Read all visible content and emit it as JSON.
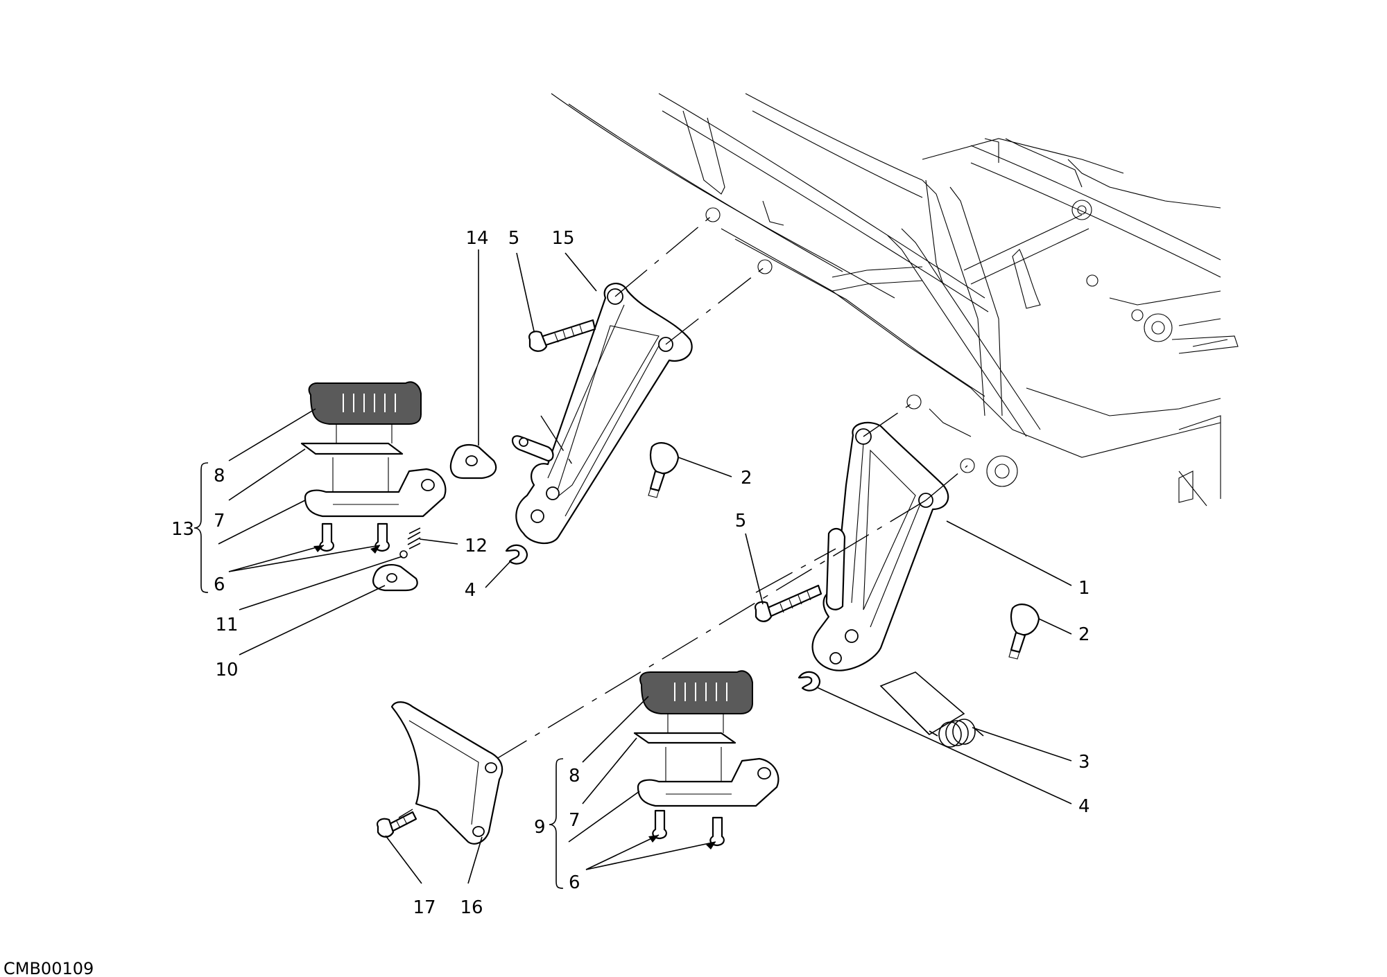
{
  "drawing_code": "CMB00109",
  "callouts": {
    "c1": "1",
    "c2a": "2",
    "c2b": "2",
    "c3": "3",
    "c4a": "4",
    "c4b": "4",
    "c5a": "5",
    "c5b": "5",
    "c6a": "6",
    "c6b": "6",
    "c7a": "7",
    "c7b": "7",
    "c8a": "8",
    "c8b": "8",
    "c9": "9",
    "c10": "10",
    "c11": "11",
    "c12": "12",
    "c13": "13",
    "c14": "14",
    "c15": "15",
    "c16": "16",
    "c17": "17"
  }
}
